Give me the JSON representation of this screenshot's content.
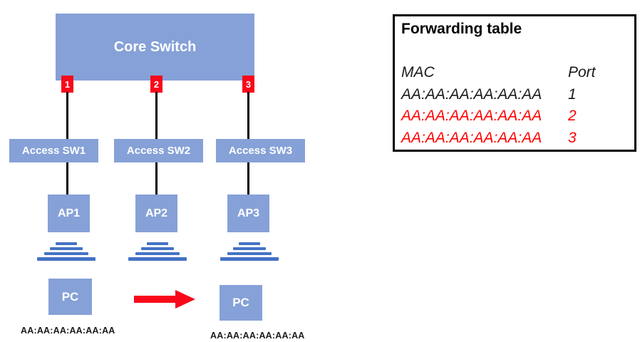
{
  "diagram": {
    "core_switch": {
      "label": "Core Switch",
      "ports": [
        {
          "number": "1"
        },
        {
          "number": "2"
        },
        {
          "number": "3"
        }
      ]
    },
    "access_switches": [
      {
        "label": "Access SW1"
      },
      {
        "label": "Access SW2"
      },
      {
        "label": "Access SW3"
      }
    ],
    "access_points": [
      {
        "label": "AP1"
      },
      {
        "label": "AP2"
      },
      {
        "label": "AP3"
      }
    ],
    "pc_before": {
      "label": "PC",
      "mac": "AA:AA:AA:AA:AA:AA"
    },
    "pc_after": {
      "label": "PC",
      "mac": "AA:AA:AA:AA:AA:AA"
    }
  },
  "forwarding_table": {
    "title": "Forwarding table",
    "headers": {
      "mac": "MAC",
      "port": "Port"
    },
    "rows": [
      {
        "mac": "AA:AA:AA:AA:AA:AA",
        "port": "1",
        "highlight": false
      },
      {
        "mac": "AA:AA:AA:AA:AA:AA",
        "port": "2",
        "highlight": true
      },
      {
        "mac": "AA:AA:AA:AA:AA:AA",
        "port": "3",
        "highlight": true
      }
    ]
  },
  "colors": {
    "node_fill": "#86A1D7",
    "wifi_signal": "#4472C4",
    "port_badge_red": "#F8081A",
    "arrow_red": "#F8081A",
    "table_highlight_red": "#FF0000",
    "link_line": "#000000"
  }
}
